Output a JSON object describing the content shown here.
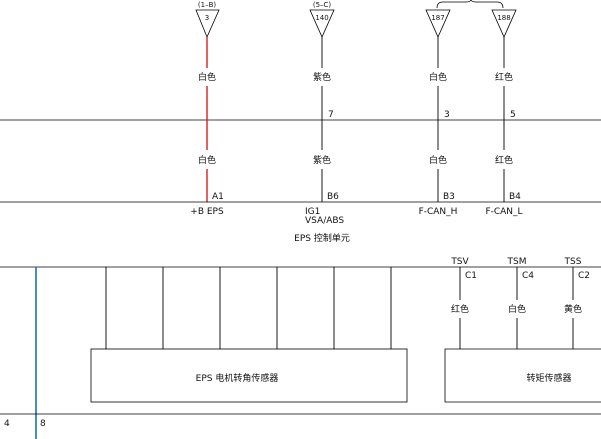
{
  "colors": {
    "line": "#000000",
    "red_wire": "#d42020",
    "blue_wire": "#1a6fc4"
  },
  "connectors": [
    {
      "ref": "(1–B)",
      "num": "3"
    },
    {
      "ref": "(5–C)",
      "num": "140"
    },
    {
      "ref": "",
      "num": "187"
    },
    {
      "ref": "",
      "num": "188"
    }
  ],
  "wires": [
    {
      "color_top": "白色",
      "pin_mid": "",
      "color_bottom": "白色",
      "pin": "A1",
      "signal": "+B EPS",
      "signal2": ""
    },
    {
      "color_top": "紫色",
      "pin_mid": "7",
      "color_bottom": "紫色",
      "pin": "B6",
      "signal": "IG1",
      "signal2": "VSA/ABS"
    },
    {
      "color_top": "白色",
      "pin_mid": "3",
      "color_bottom": "白色",
      "pin": "B3",
      "signal": "F-CAN_H",
      "signal2": ""
    },
    {
      "color_top": "红色",
      "pin_mid": "5",
      "color_bottom": "红色",
      "pin": "B4",
      "signal": "F-CAN_L",
      "signal2": ""
    }
  ],
  "control_unit": "EPS 控制单元",
  "sensors": {
    "motor_angle": "EPS 电机转角传感器",
    "torque": "转矩传感器"
  },
  "torque_pins": [
    {
      "signal": "TSV",
      "pin": "C1",
      "color": "红色"
    },
    {
      "signal": "TSM",
      "pin": "C4",
      "color": "白色"
    },
    {
      "signal": "TSS",
      "pin": "C2",
      "color": "黄色"
    }
  ],
  "bottom_pins": {
    "left": "4",
    "right": "8"
  }
}
